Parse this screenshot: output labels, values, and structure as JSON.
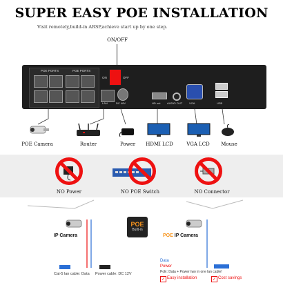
{
  "header": {
    "title": "SUPER EASY POE INSTALLATION",
    "subtitle": "Visit remotely,build-in ARSP,achieve start up by one step."
  },
  "switch_label": "ON/OFF",
  "nvr": {
    "poe_ports_label_1": "POE PORTS",
    "poe_ports_label_2": "POE PORTS",
    "on": "ON",
    "off": "OFF",
    "lan": "LAN",
    "dc": "DC 48V",
    "hdmi": "HD out",
    "audio": "AUDIO OUT",
    "vga": "VGA",
    "usb": "USB"
  },
  "devices": [
    {
      "id": "poe-camera",
      "label": "POE Camera"
    },
    {
      "id": "router",
      "label": "Router"
    },
    {
      "id": "power",
      "label": "Power"
    },
    {
      "id": "hdmi-lcd",
      "label": "HDMI LCD"
    },
    {
      "id": "vga-lcd",
      "label": "VGA LCD"
    },
    {
      "id": "mouse",
      "label": "Mouse"
    }
  ],
  "no_items": [
    {
      "id": "no-power",
      "label": "NO Power"
    },
    {
      "id": "no-poe-switch",
      "label": "NO POE Switch"
    },
    {
      "id": "no-connector",
      "label": "NO Connector"
    }
  ],
  "bottom": {
    "ip_camera_left": "IP Camera",
    "poe_badge_top": "POE",
    "poe_badge_bottom": "Built-in",
    "poe_prefix": "POE",
    "ip_camera_right": "IP Camera",
    "cable_data": "Cat-5 lan cable: Data",
    "cable_power": "Power cable: DC 12V",
    "legend_data": "Data",
    "legend_power": "Power",
    "legend_poe": "PoE: Data + Power two in one lan cable!",
    "easy": "Easy installation",
    "cost": "Cost savings"
  },
  "colors": {
    "accent_red": "#e11111",
    "poe_orange": "#f7941d",
    "nvr_body": "#1e1e1e",
    "strip_bg": "#eeeeee"
  }
}
